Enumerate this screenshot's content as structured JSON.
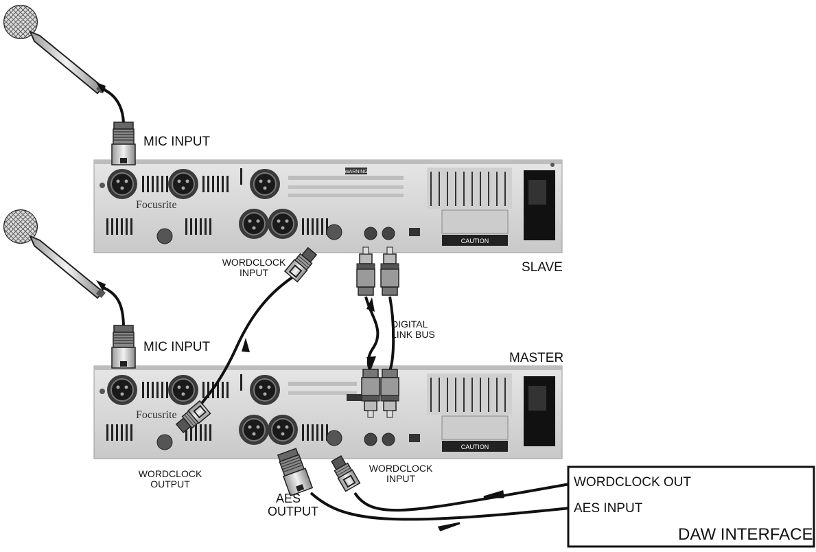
{
  "labels": {
    "mic_input_top": "MIC INPUT",
    "mic_input_bottom": "MIC INPUT",
    "slave_wordclock_input": "WORDCLOCK\nINPUT",
    "slave": "SLAVE",
    "digital_link_bus": "DIGITAL\nLINK BUS",
    "master": "MASTER",
    "wordclock_output": "WORDCLOCK\nOUTPUT",
    "aes_output": "AES\nOUTPUT",
    "master_wordclock_input": "WORDCLOCK\nINPUT"
  },
  "rack_units": {
    "brand": "Focusrite",
    "warning_badge": "WARNING",
    "caution_badge": "CAUTION"
  },
  "daw": {
    "wordclock_out": "WORDCLOCK OUT",
    "aes_input": "AES INPUT",
    "title": "DAW INTERFACE"
  }
}
